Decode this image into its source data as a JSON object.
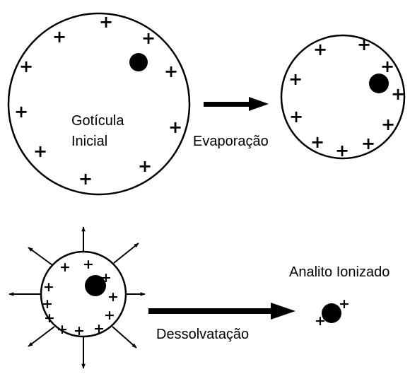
{
  "labels": {
    "droplet_line1": "Gotícula",
    "droplet_line2": "Inicial",
    "evaporation": "Evaporação",
    "desolvation": "Dessolvatação",
    "ionized_analyte": "Analito Ionizado"
  },
  "symbols": {
    "charge": "+"
  },
  "colors": {
    "ink": "#000000",
    "background": "#ffffff"
  }
}
